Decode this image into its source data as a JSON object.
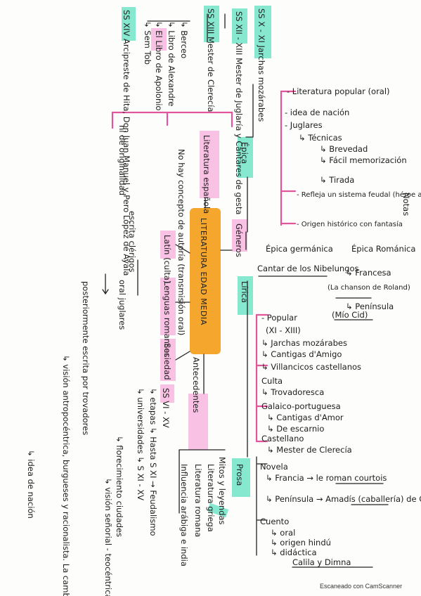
{
  "center": "LITERATURA EDAD MEDIA",
  "corner_note": "Notas",
  "sections": {
    "epica": "Épica",
    "lirica": "Lírica",
    "prosa": "Prosa",
    "generos": "Géneros",
    "literatura_espanola": "Literatura española",
    "antecedentes": "Antecedentes",
    "sociedad": "Sociedad"
  },
  "epica_notes": [
    "- Literatura popular (oral)",
    "- idea de nación",
    "- Juglares",
    "↳ Técnicas",
    "↳ Brevedad",
    "↳ Fácil memorización",
    "↳ Tirada",
    "- Refleja un sistema feudal (héroe al servicio del rey)",
    "- Origen histórico con fantasía"
  ],
  "epica_types": {
    "germanica": "Épica germánica",
    "germanica_work": "Cantar de los Nibelungos",
    "romanica": "Épica Románica",
    "francesa": "↳ Francesa",
    "francesa_work": "(La chanson de Roland)",
    "peninsula": "↳ Península",
    "peninsula_work": "(Mío Cid)"
  },
  "lirica_notes": [
    "- Popular",
    "(XI - XIII)",
    "↳ Jarchas mozárabes",
    "↳ Cantigas d'Amigo",
    "↳ Villancicos castellanos",
    "Culta",
    "↳ Trovadoresca",
    "Galaico-portuguesa",
    "↳ Cantigas d'Amor",
    "↳ De escarnio",
    "Castellano",
    "↳ Mester de Clerecía"
  ],
  "prosa_notes": [
    "Novela",
    "↳ Francia → le roman courtois",
    "↳ Península → Amadís (caballería) de Gaula",
    "Cuento",
    "↳ oral",
    "↳ origen hindú",
    "↳ didáctica",
    "Calila y Dimna"
  ],
  "top_left_notes": [
    "SS X - XI Jarchas mozárabes",
    "SS XII - XIII Mester de Juglaría y Cantares de gesta",
    "SS XIII Mester de Clerecía",
    "↳ Berceo",
    "↳ Libro de Alexandre",
    "↳ El Libro de Apolonio",
    "↳ Sem Tob",
    "SS XIV Arcipreste de Hita, Don Juan Manuel y Pero López de Ayala"
  ],
  "esp_notes": [
    "No hay concepto de autoría (transmisión oral)",
    "ni de originalidad"
  ],
  "lenguas": {
    "title": "Lenguas romances",
    "latin": "Latín (culta)",
    "escrita": "escrita clérigos",
    "oral": "oral juglares",
    "post": "posteriormente escrita por trovadores"
  },
  "sociedad_notes": [
    "SS VI - XV",
    "↳ etapas ↳ Hasta S XI → Feudalismo",
    "↳ universidades ↳ S XI - XV",
    "↳ visión señorial - teocéntrica",
    "↳ florecimiento ciudades",
    "↳ visión antropocéntrica, burgueses y racionalista. La cambio",
    "↳ idea de nación"
  ],
  "antecedentes_notes": [
    "Mitos y leyendas",
    "Literatura griega",
    "Literatura romana",
    "Influencia arábiga e india"
  ],
  "footer": "Escaneado con CamScanner"
}
